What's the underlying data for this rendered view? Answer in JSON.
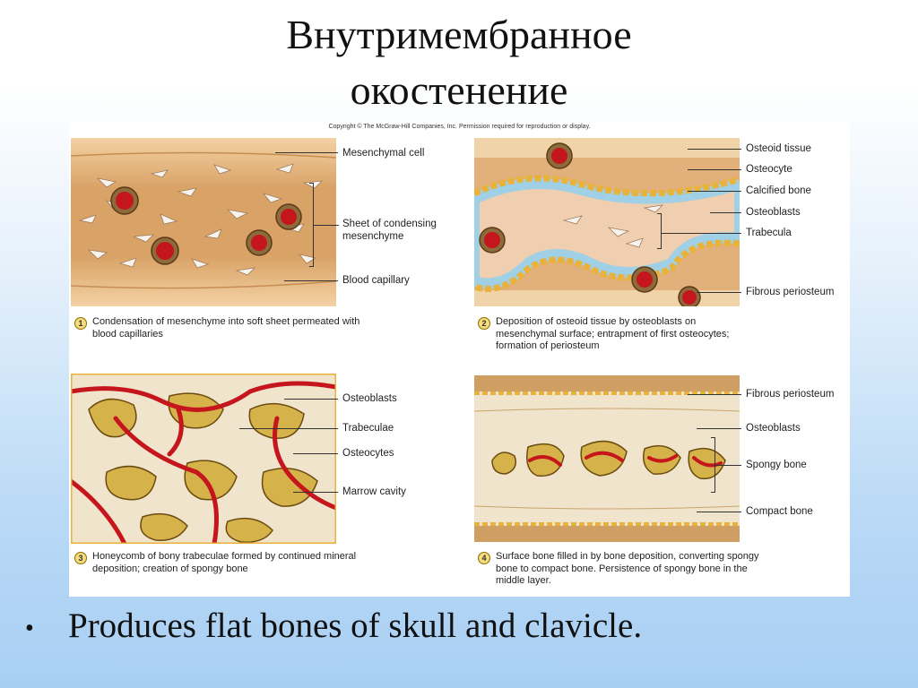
{
  "slide": {
    "title_line1": "Внутримембранное",
    "title_line2": "окостенение",
    "bullet": "Produces flat bones of skull and clavicle."
  },
  "figure": {
    "copyright": "Copyright © The McGraw-Hill Companies, Inc. Permission required for reproduction or display.",
    "panel1": {
      "step": "1",
      "labels": [
        "Mesenchymal cell",
        "Sheet of condensing mesenchyme",
        "Blood capillary"
      ],
      "caption": "Condensation of mesenchyme into soft sheet permeated with blood capillaries"
    },
    "panel2": {
      "step": "2",
      "labels": [
        "Osteoid tissue",
        "Osteocyte",
        "Calcified bone",
        "Osteoblasts",
        "Trabecula",
        "Fibrous periosteum"
      ],
      "caption": "Deposition of osteoid tissue by osteoblasts on mesenchymal surface; entrapment of first osteocytes; formation of periosteum"
    },
    "panel3": {
      "step": "3",
      "labels": [
        "Osteoblasts",
        "Trabeculae",
        "Osteocytes",
        "Marrow cavity"
      ],
      "caption": "Honeycomb of bony trabeculae formed by continued mineral deposition; creation of spongy bone"
    },
    "panel4": {
      "step": "4",
      "labels": [
        "Fibrous periosteum",
        "Osteoblasts",
        "Spongy bone",
        "Compact bone"
      ],
      "caption": "Surface bone filled in by bone deposition, converting spongy bone to compact bone. Persistence of spongy bone in the middle layer."
    }
  },
  "colors": {
    "tissue": "#e8bd85",
    "tissue_dark": "#c98d52",
    "blood": "#c4161c",
    "osteoid": "#b7d9ea",
    "osteoblast": "#e9b23a",
    "bone_light": "#f2e6cf",
    "marrow": "#d6b24a"
  }
}
